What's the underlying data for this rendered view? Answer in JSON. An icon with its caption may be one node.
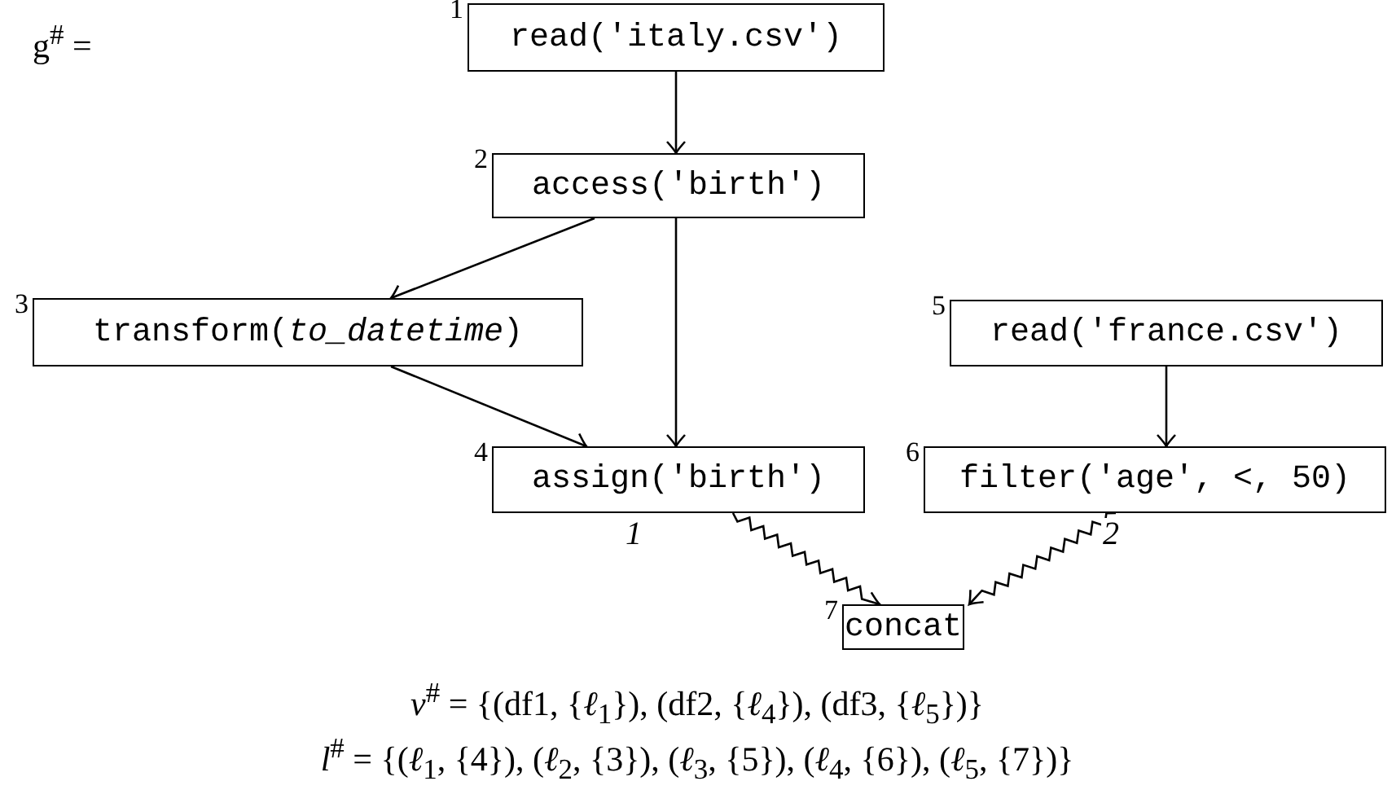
{
  "diagram": {
    "nodes": [
      {
        "text": [
          "read('italy.csv')"
        ],
        "beside": [
          "1"
        ]
      },
      {
        "text": [
          "access('birth')"
        ],
        "beside": [
          "2"
        ]
      },
      {
        "text": [
          "transform(*to_datetime*)"
        ],
        "beside": [
          "3"
        ]
      },
      {
        "text": [
          "assign('birth')"
        ],
        "beside": [
          "4"
        ]
      },
      {
        "text": [
          "read('france.csv')"
        ],
        "beside": [
          "5"
        ]
      },
      {
        "text": [
          "filter('age', <, 50)"
        ],
        "beside": [
          "6"
        ]
      },
      {
        "text": [
          "concat"
        ],
        "beside": [
          "7"
        ]
      }
    ],
    "edges": [
      {
        "from": 0,
        "to": 1,
        "arrow": "to"
      },
      {
        "from": 1,
        "to": 2,
        "arrow": "to"
      },
      {
        "from": 1,
        "to": 3,
        "arrow": "to"
      },
      {
        "from": 2,
        "to": 3,
        "arrow": "to"
      },
      {
        "from": 4,
        "to": 5,
        "arrow": "to"
      },
      {
        "from": 3,
        "to": 6,
        "arrow": "to",
        "label": "1"
      },
      {
        "from": 5,
        "to": 6,
        "arrow": "to",
        "label": "2"
      }
    ],
    "labels": [
      "g$^{#}$ =",
      "*v*$^{#}$ = {(df1, {*ℓ*$_{1}$}), (df2, {*ℓ*$_{4}$}), (df3, {*ℓ*$_{5}$})}",
      "*l*$^{#}$ = {(*ℓ*$_{1}$, {4}), (*ℓ*$_{2}$, {3}), (*ℓ*$_{3}$, {5}), (*ℓ*$_{4}$, {6}), (*ℓ*$_{5}$, {7})}"
    ]
  }
}
